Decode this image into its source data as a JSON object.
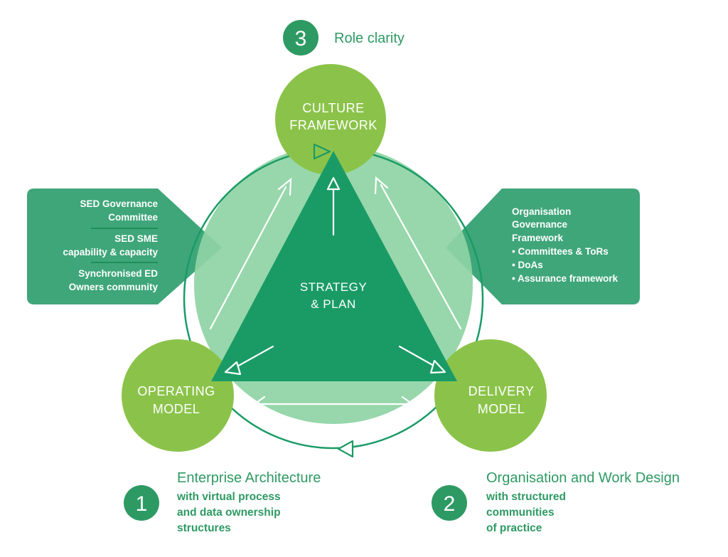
{
  "colors": {
    "dark_green": "#1a9b66",
    "medium_green": "#3fa67a",
    "light_green_circle": "#8ed4a4",
    "lime_green": "#8bc34a",
    "text_green": "#2e9a63",
    "white": "#ffffff"
  },
  "center": {
    "line1": "STRATEGY",
    "line2": "& PLAN"
  },
  "nodes": {
    "culture": {
      "line1": "CULTURE",
      "line2": "FRAMEWORK"
    },
    "operating": {
      "line1": "OPERATING",
      "line2": "MODEL"
    },
    "delivery": {
      "line1": "DELIVERY",
      "line2": "MODEL"
    }
  },
  "left_callout": {
    "item1": {
      "line1": "SED Governance",
      "line2": "Committee"
    },
    "item2": {
      "line1": "SED SME",
      "line2": "capability & capacity"
    },
    "item3": {
      "line1": "Synchronised ED",
      "line2": "Owners community"
    }
  },
  "right_callout": {
    "line1": "Organisation",
    "line2": "Governance",
    "line3": "Framework",
    "bullets": [
      "• Committees & ToRs",
      "• DoAs",
      "• Assurance framework"
    ]
  },
  "sections": {
    "role": {
      "number": "3",
      "title": "Role clarity"
    },
    "enterprise": {
      "number": "1",
      "title": "Enterprise Architecture",
      "lines": [
        "with virtual process",
        "and data ownership",
        "structures"
      ]
    },
    "organisation": {
      "number": "2",
      "title": "Organisation and Work Design",
      "lines": [
        "with structured",
        "communities",
        "of practice"
      ]
    }
  }
}
